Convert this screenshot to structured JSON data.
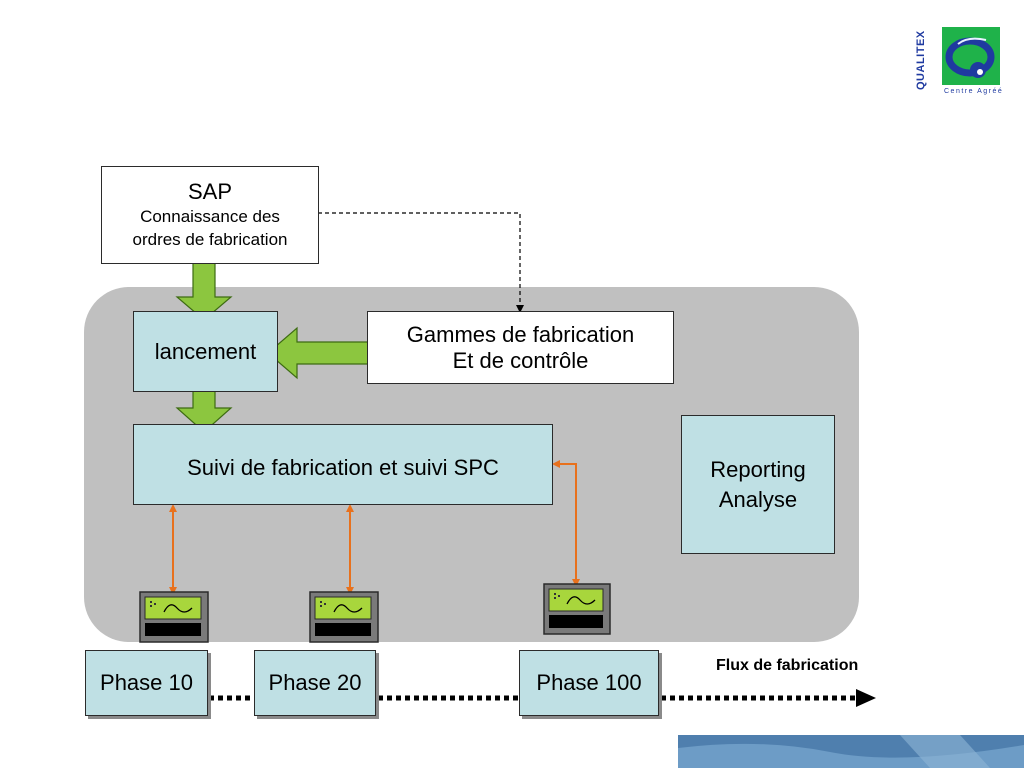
{
  "logo": {
    "name": "QUALITEX",
    "subtitle": "Centre Agréé"
  },
  "nodes": {
    "sap": {
      "title": "SAP",
      "line1": "Connaissance des",
      "line2": "ordres de fabrication"
    },
    "lancement": {
      "label": "lancement"
    },
    "gammes": {
      "line1": "Gammes de fabrication",
      "line2": "Et de contrôle"
    },
    "suivi": {
      "label": "Suivi de fabrication et suivi SPC"
    },
    "reporting": {
      "line1": "Reporting",
      "line2": "Analyse"
    }
  },
  "phases": [
    {
      "label": "Phase 10"
    },
    {
      "label": "Phase 20"
    },
    {
      "label": "Phase 100"
    }
  ],
  "flow_label": "Flux de fabrication",
  "colors": {
    "zone_background": "#c0c0c0",
    "box_fill": "#bfe0e4",
    "green_arrow": "#8cc63f",
    "orange_connector": "#e8711d",
    "logo_green": "#1fb24a",
    "logo_blue": "#1f3aa0"
  },
  "icons": {
    "terminal": "spc-terminal-icon",
    "arrow_down": "green-arrow-down-icon",
    "arrow_left": "green-arrow-left-icon"
  }
}
